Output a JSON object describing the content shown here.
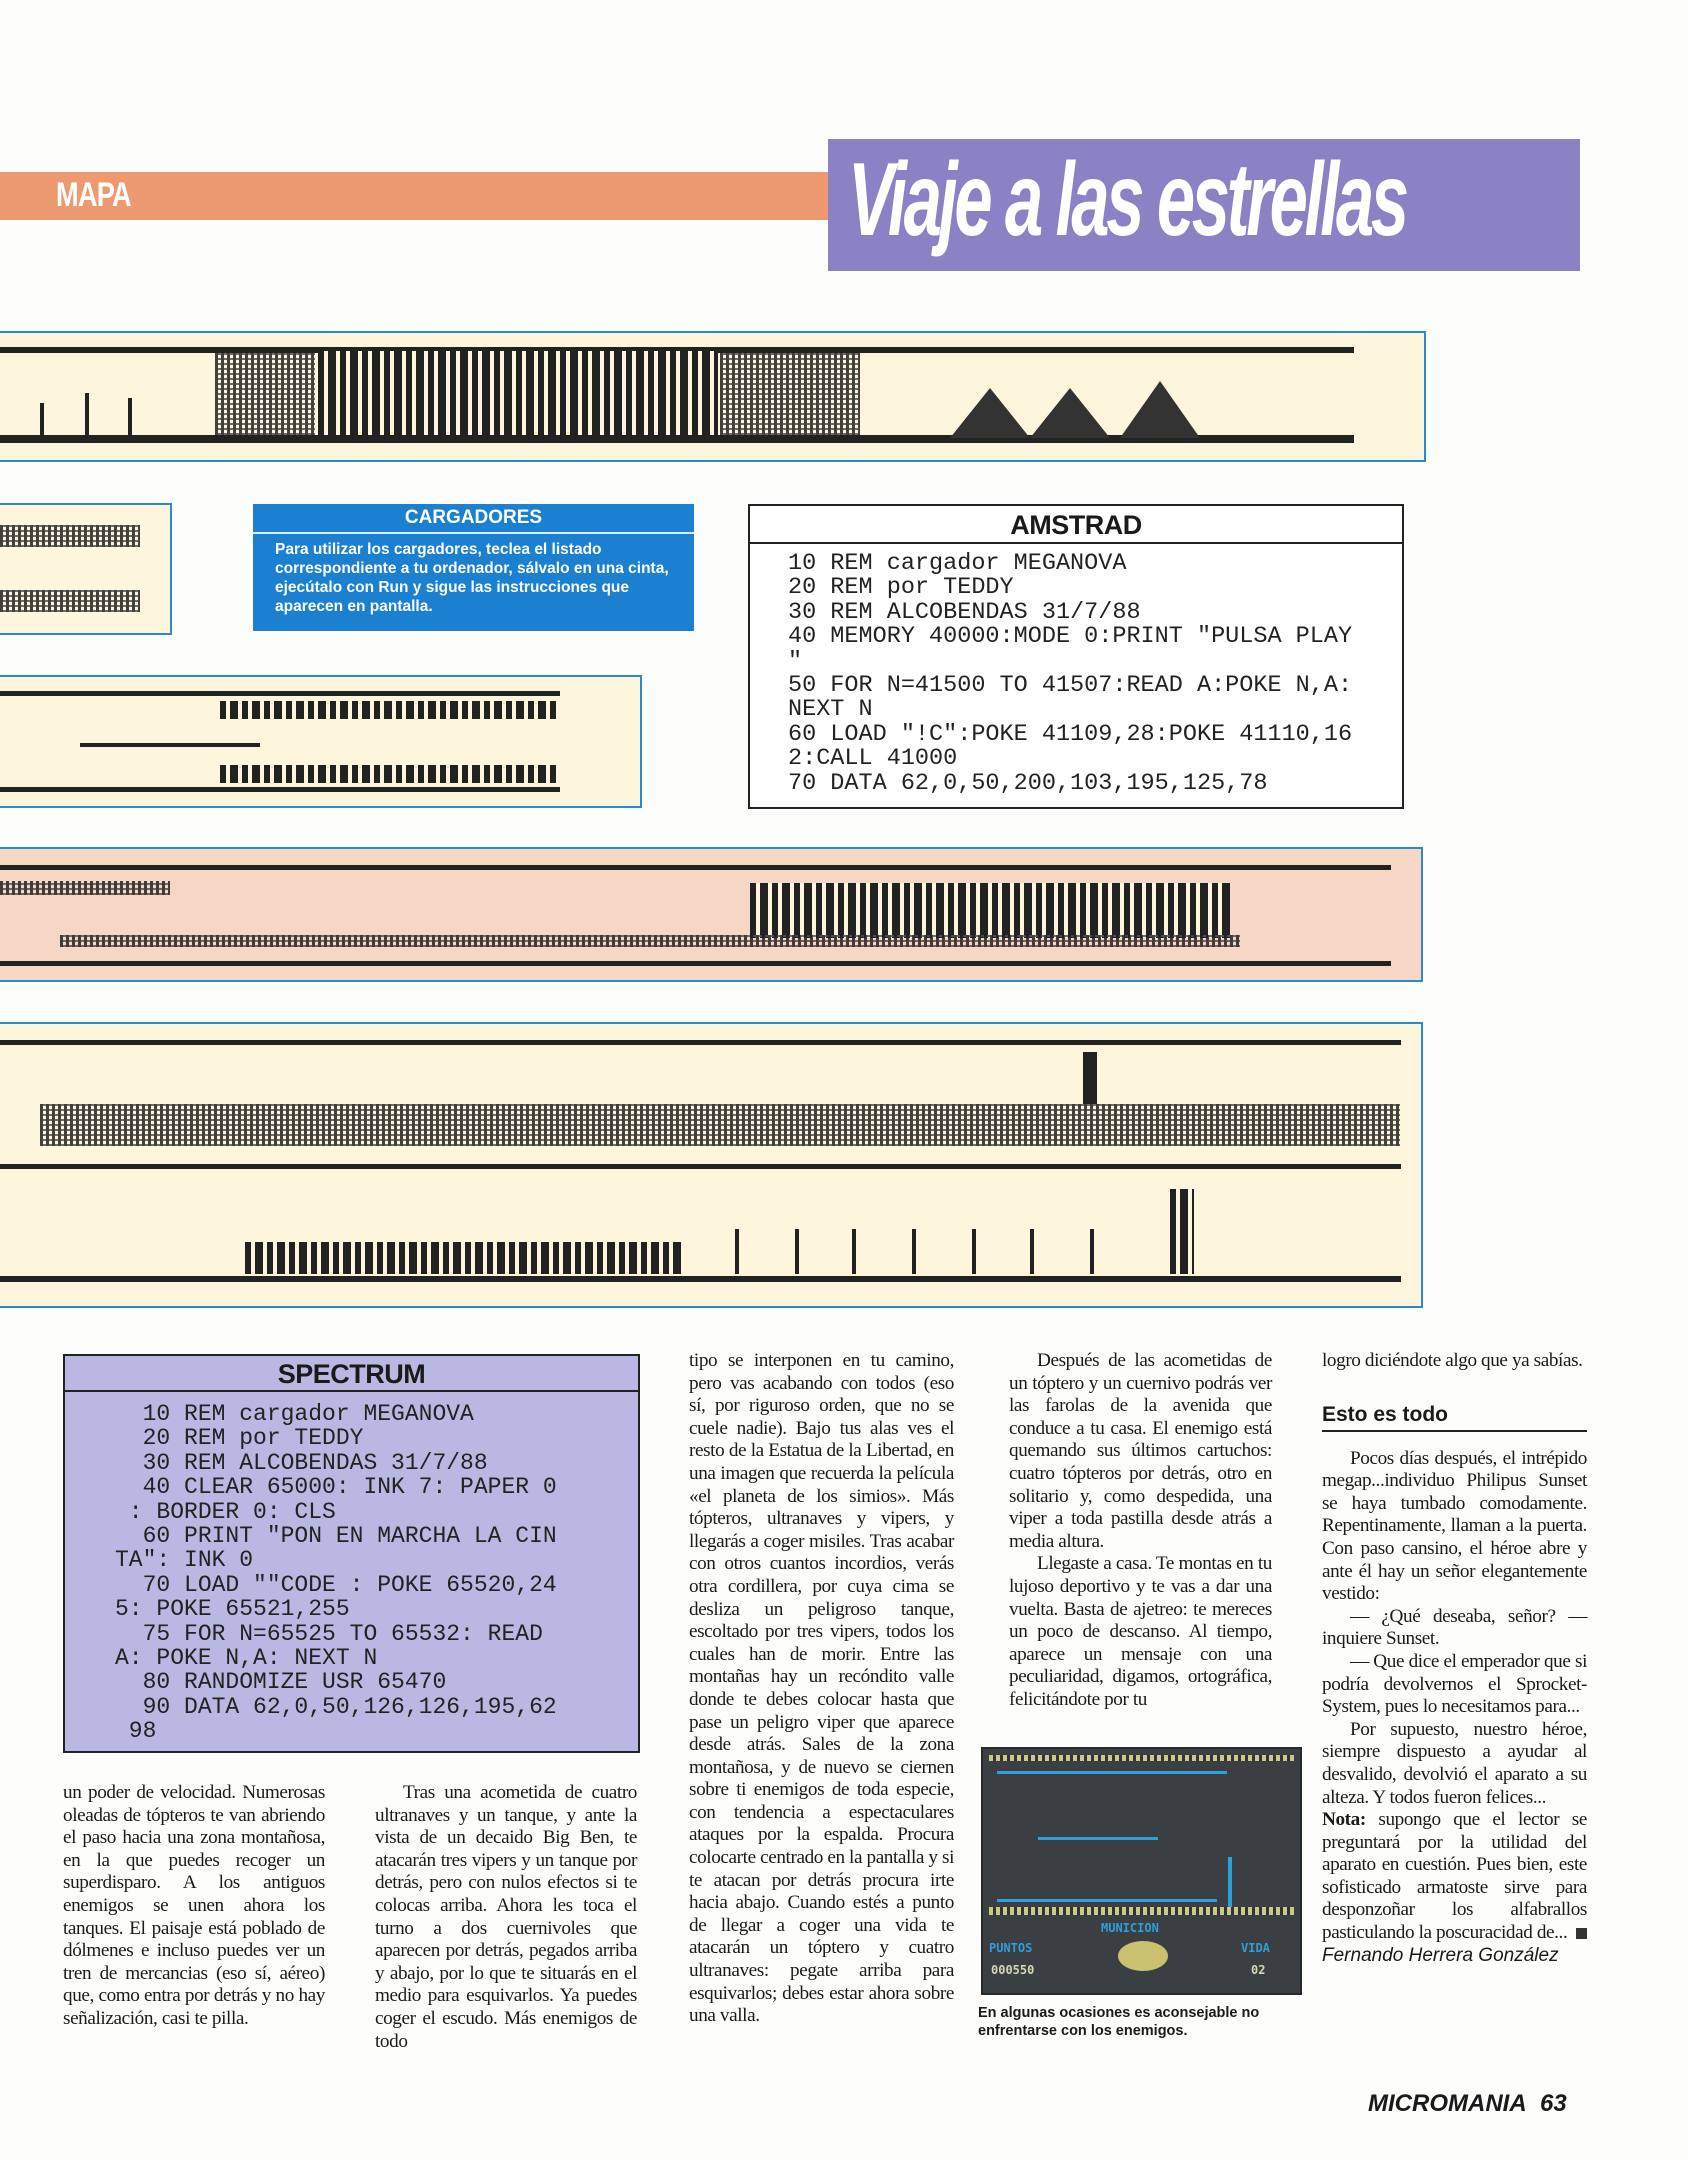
{
  "header": {
    "section": "MAPA",
    "title": "Viaje a las estrellas"
  },
  "cargadores": {
    "title": "CARGADORES",
    "body": "Para utilizar los cargadores, teclea el listado correspondiente a tu ordenador, sálvalo en una cinta, ejecútalo con Run y sigue las instrucciones que aparecen en pantalla."
  },
  "amstrad": {
    "title": "AMSTRAD",
    "code": "10 REM cargador MEGANOVA\n20 REM por TEDDY\n30 REM ALCOBENDAS 31/7/88\n40 MEMORY 40000:MODE 0:PRINT \"PULSA PLAY\n\"\n50 FOR N=41500 TO 41507:READ A:POKE N,A:\nNEXT N\n60 LOAD \"!C\":POKE 41109,28:POKE 41110,16\n2:CALL 41000\n70 DATA 62,0,50,200,103,195,125,78"
  },
  "spectrum": {
    "title": "SPECTRUM",
    "code": "  10 REM cargador MEGANOVA\n  20 REM por TEDDY\n  30 REM ALCOBENDAS 31/7/88\n  40 CLEAR 65000: INK 7: PAPER 0\n : BORDER 0: CLS\n  60 PRINT \"PON EN MARCHA LA CIN\nTA\": INK 0\n  70 LOAD \"\"CODE : POKE 65520,24\n5: POKE 65521,255\n  75 FOR N=65525 TO 65532: READ\nA: POKE N,A: NEXT N\n  80 RANDOMIZE USR 65470\n  90 DATA 62,0,50,126,126,195,62\n 98"
  },
  "article": {
    "col1": [
      "un poder de velocidad. Numerosas oleadas de tópteros te van abriendo el paso hacia una zona montañosa, en la que puedes recoger un superdisparo. A los antiguos enemigos se unen ahora los tanques. El paisaje está poblado de dólmenes e incluso puedes ver un tren de mercancias (eso sí, aéreo) que, como entra por detrás y no hay señalización, casi te pilla."
    ],
    "col2": [
      "Tras una acometida de cuatro ultranaves y un tanque, y ante la vista de un decaido Big Ben, te atacarán tres vipers y un tanque por detrás, pero con nulos efectos si te colocas arriba. Ahora les toca el turno a dos cuernivoles que aparecen por detrás, pegados arriba y abajo, por lo que te situarás en el medio para esquivarlos. Ya puedes coger el escudo. Más enemigos de todo"
    ],
    "col3": [
      "tipo se interponen en tu camino, pero vas acabando con todos (eso sí, por riguroso orden, que no se cuele nadie). Bajo tus alas ves el resto de la Estatua de la Libertad, en una imagen que recuerda la película «el planeta de los simios». Más tópteros, ultranaves y vipers, y llegarás a coger misiles. Tras acabar con otros cuantos incordios, verás otra cordillera, por cuya cima se desliza un peligroso tanque, escoltado por tres vipers, todos los cuales han de morir. Entre las montañas hay un recóndito valle donde te debes colocar hasta que pase un peligro viper que aparece desde atrás. Sales de la zona montañosa, y de nuevo se ciernen sobre ti enemigos de toda especie, con tendencia a espectaculares ataques por la espalda. Procura colocarte centrado en la pantalla y si te atacan por detrás procura irte hacia abajo. Cuando estés a punto de llegar a coger una vida te atacarán un tóptero y cuatro ultranaves: pegate arriba para esquivarlos; debes estar ahora sobre una valla."
    ],
    "col4": [
      "Después de las acometidas de un tóptero y un cuernivo podrás ver las farolas de la avenida que conduce a tu casa. El enemigo está quemando sus últimos cartuchos: cuatro tópteros por detrás, otro en solitario y, como despedida, una viper a toda pastilla desde atrás a media altura.",
      "Llegaste a casa. Te montas en tu lujoso deportivo y te vas a dar una vuelta. Basta de ajetreo: te mereces un poco de descanso. Al tiempo, aparece un mensaje con una peculiaridad, digamos, ortográfica, felicitándote por tu"
    ],
    "col5_intro": "logro diciéndote algo que ya sabías.",
    "heading": "Esto es todo",
    "col5": [
      "Pocos días después, el intrépido megap...individuo Philipus Sunset se haya tumbado comodamente. Repentinamente, llaman a la puerta. Con paso cansino, el héroe abre y ante él hay un señor elegantemente vestido:",
      "— ¿Qué deseaba, señor? —inquiere Sunset.",
      "— Que dice el emperador que si podría devolvernos el Sprocket-System, pues lo necesitamos para...",
      "Por supuesto, nuestro héroe, siempre dispuesto a ayudar al desvalido, devolvió el aparato a su alteza. Y todos fueron felices..."
    ],
    "note_label": "Nota:",
    "note": " supongo que el lector se preguntará por la utilidad del aparato en cuestión. Pues bien, este sofisticado armatoste sirve para desponzoñar los alfabrallos pasticulando la poscuracidad de...",
    "byline": "Fernando Herrera González"
  },
  "screenshot": {
    "hud_ammo": "MUNICION",
    "hud_points_label": "PUNTOS",
    "hud_points": "000550",
    "hud_life_label": "VIDA",
    "hud_life": "02",
    "caption": "En algunas ocasiones es aconsejable no enfrentarse con los enemigos."
  },
  "footer": {
    "magazine": "MICROMANIA",
    "page": "63"
  },
  "colors": {
    "section_bar": "#ee9a70",
    "title_box": "#8a82c4",
    "cargadores": "#1b80d0",
    "spectrum_bg": "#b9b8e2",
    "map_border": "#2a8ad0",
    "map_bg": "#fdf6dc",
    "map_pink": "#f6d6c4"
  }
}
